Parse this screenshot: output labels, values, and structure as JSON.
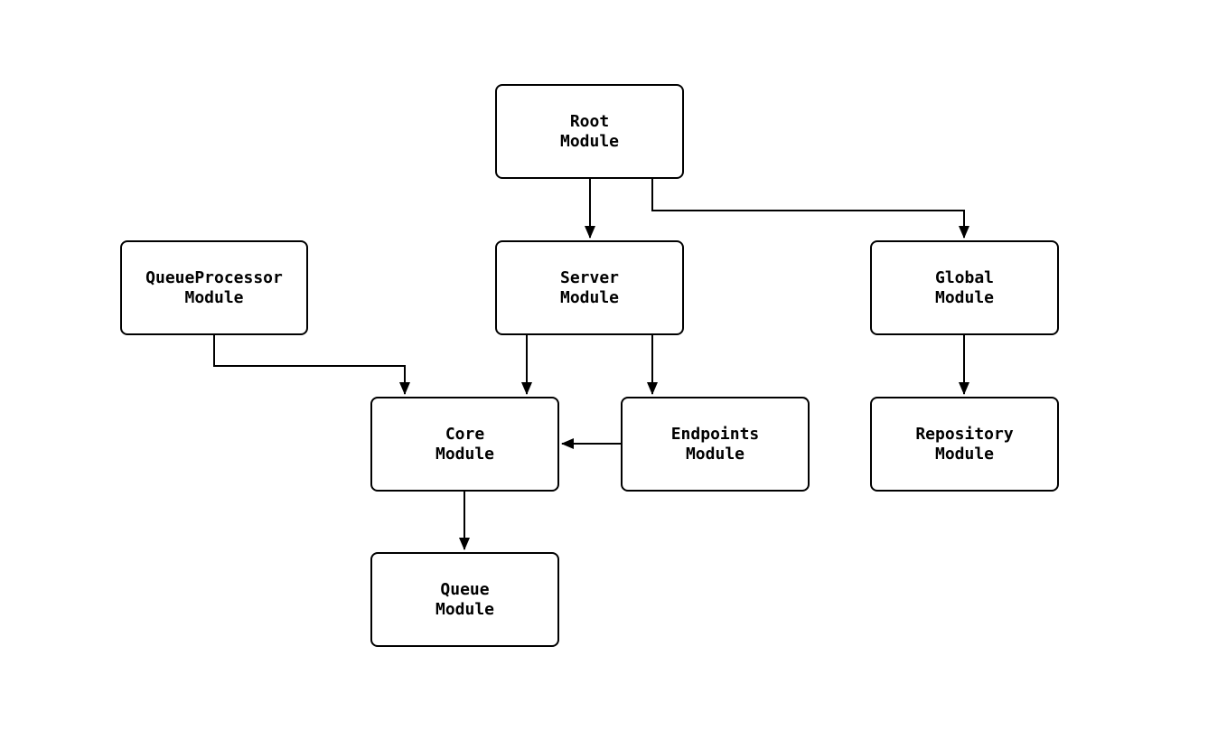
{
  "diagram": {
    "type": "flowchart",
    "nodes": {
      "root": {
        "label": "Root\nModule"
      },
      "server": {
        "label": "Server\nModule"
      },
      "global": {
        "label": "Global\nModule"
      },
      "queueprocessor": {
        "label": "QueueProcessor\nModule"
      },
      "core": {
        "label": "Core\nModule"
      },
      "endpoints": {
        "label": "Endpoints\nModule"
      },
      "repository": {
        "label": "Repository\nModule"
      },
      "queue": {
        "label": "Queue\nModule"
      }
    },
    "edges": [
      {
        "from": "root",
        "to": "server"
      },
      {
        "from": "root",
        "to": "global"
      },
      {
        "from": "queueprocessor",
        "to": "core"
      },
      {
        "from": "server",
        "to": "core"
      },
      {
        "from": "server",
        "to": "endpoints"
      },
      {
        "from": "endpoints",
        "to": "core"
      },
      {
        "from": "core",
        "to": "queue"
      },
      {
        "from": "global",
        "to": "repository"
      }
    ]
  },
  "colors": {
    "background": "#ffffff",
    "node_fill": "#ffffff",
    "node_border": "#000000",
    "edge": "#000000",
    "text": "#000000"
  }
}
